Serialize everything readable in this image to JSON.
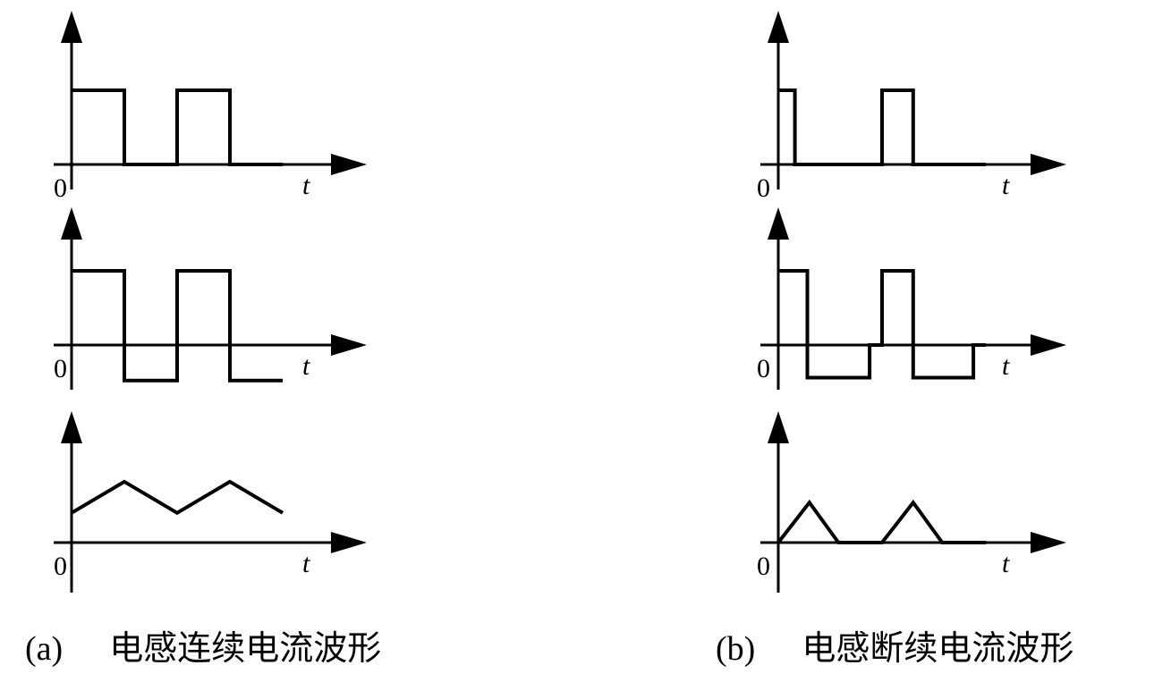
{
  "captions": {
    "a": {
      "tag": "(a)",
      "text": "电感连续电流波形"
    },
    "b": {
      "tag": "(b)",
      "text": "电感断续电流波形"
    }
  },
  "axis_labels": {
    "origin": "0",
    "time": "t"
  },
  "panels": [
    {
      "column": "a",
      "row": 0,
      "kind": "square",
      "points": [
        [
          0,
          0.5
        ],
        [
          0.25,
          0.5
        ],
        [
          0.25,
          0
        ],
        [
          0.5,
          0
        ],
        [
          0.5,
          0.5
        ],
        [
          0.75,
          0.5
        ],
        [
          0.75,
          0
        ],
        [
          1,
          0
        ]
      ]
    },
    {
      "column": "a",
      "row": 1,
      "kind": "square-bipolar",
      "points": [
        [
          0,
          0.5
        ],
        [
          0.25,
          0.5
        ],
        [
          0.25,
          -0.24
        ],
        [
          0.5,
          -0.24
        ],
        [
          0.5,
          0.5
        ],
        [
          0.75,
          0.5
        ],
        [
          0.75,
          -0.24
        ],
        [
          1,
          -0.24
        ]
      ]
    },
    {
      "column": "a",
      "row": 2,
      "kind": "triangle-continuous",
      "points": [
        [
          0,
          0.2
        ],
        [
          0.25,
          0.41
        ],
        [
          0.5,
          0.2
        ],
        [
          0.75,
          0.41
        ],
        [
          1,
          0.2
        ]
      ]
    },
    {
      "column": "b",
      "row": 0,
      "kind": "pulse",
      "points": [
        [
          0,
          0.5
        ],
        [
          0.08,
          0.5
        ],
        [
          0.08,
          0
        ],
        [
          0.5,
          0
        ],
        [
          0.5,
          0.5
        ],
        [
          0.65,
          0.5
        ],
        [
          0.65,
          0
        ],
        [
          1,
          0
        ]
      ]
    },
    {
      "column": "b",
      "row": 1,
      "kind": "pulse-bipolar",
      "points": [
        [
          0,
          0.5
        ],
        [
          0.14,
          0.5
        ],
        [
          0.14,
          -0.22
        ],
        [
          0.44,
          -0.22
        ],
        [
          0.44,
          0
        ],
        [
          0.5,
          0
        ],
        [
          0.5,
          0.5
        ],
        [
          0.65,
          0.5
        ],
        [
          0.65,
          -0.22
        ],
        [
          0.94,
          -0.22
        ],
        [
          0.94,
          0
        ],
        [
          1,
          0
        ]
      ]
    },
    {
      "column": "b",
      "row": 2,
      "kind": "triangle-discontinuous",
      "points": [
        [
          0,
          0
        ],
        [
          0.15,
          0.27
        ],
        [
          0.29,
          0
        ],
        [
          0.5,
          0
        ],
        [
          0.65,
          0.27
        ],
        [
          0.79,
          0
        ],
        [
          1,
          0
        ]
      ]
    }
  ]
}
